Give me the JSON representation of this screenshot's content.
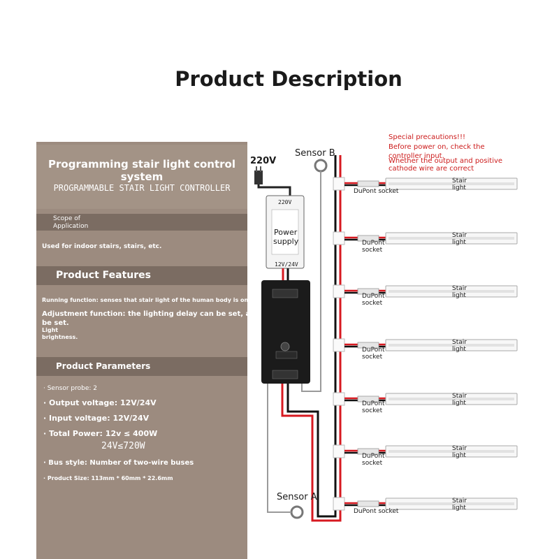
{
  "header": {
    "title": "Product Description"
  },
  "panel": {
    "title_line1": "Programming stair light control",
    "title_line2": "system",
    "subtitle": "PROGRAMMABLE STAIR LIGHT CONTROLLER",
    "scope_heading_line1": "Scope of",
    "scope_heading_line2": "Application",
    "scope_text": "Used for indoor stairs, stairs, etc.",
    "features_heading": "Product Features",
    "running_function": "Running function: senses that stair light of the human body is on.",
    "adjustment_line1": "Adjustment function: the lighting delay can be set, and the lighting can",
    "adjustment_line2": "be set.",
    "light_line1": "Light",
    "light_line2": "brightness.",
    "params_heading": "Product Parameters",
    "params": {
      "sensor_probe": "· Sensor probe: 2",
      "output_voltage": "· Output voltage: 12V/24V",
      "input_voltage": "· Input voltage: 12V/24V",
      "total_power": "· Total Power: 12v ≤ 400W",
      "total_power_24": "24V≤720W",
      "bus_style": "· Bus style: Number of two-wire buses",
      "product_size": "· Product Size: 113mm * 60mm * 22.6mm"
    }
  },
  "diagram": {
    "input_voltage": "220V",
    "sensor_b": "Sensor B",
    "sensor_a": "Sensor A",
    "psu_top_label": "220V",
    "psu_label_line1": "Power",
    "psu_label_line2": "supply",
    "psu_bottom_label": "12V/24V",
    "precaution_line1": "Special precautions!!!",
    "precaution_line2": "Before power on, check the",
    "precaution_line3": "controller input.",
    "precaution_line4": "Whether the output and positive",
    "precaution_line5": "cathode wire are correct",
    "socket_label": "DuPont socket",
    "socket_label_line1": "DuPont",
    "socket_label_line2": "socket",
    "stair_label_line1": "Stair",
    "stair_label_line2": "light",
    "colors": {
      "wire_red": "#d71920",
      "wire_black": "#111111",
      "panel_bg": "#9c8b7f",
      "panel_band": "#7b6c62",
      "warning": "#cc1b1b"
    }
  }
}
